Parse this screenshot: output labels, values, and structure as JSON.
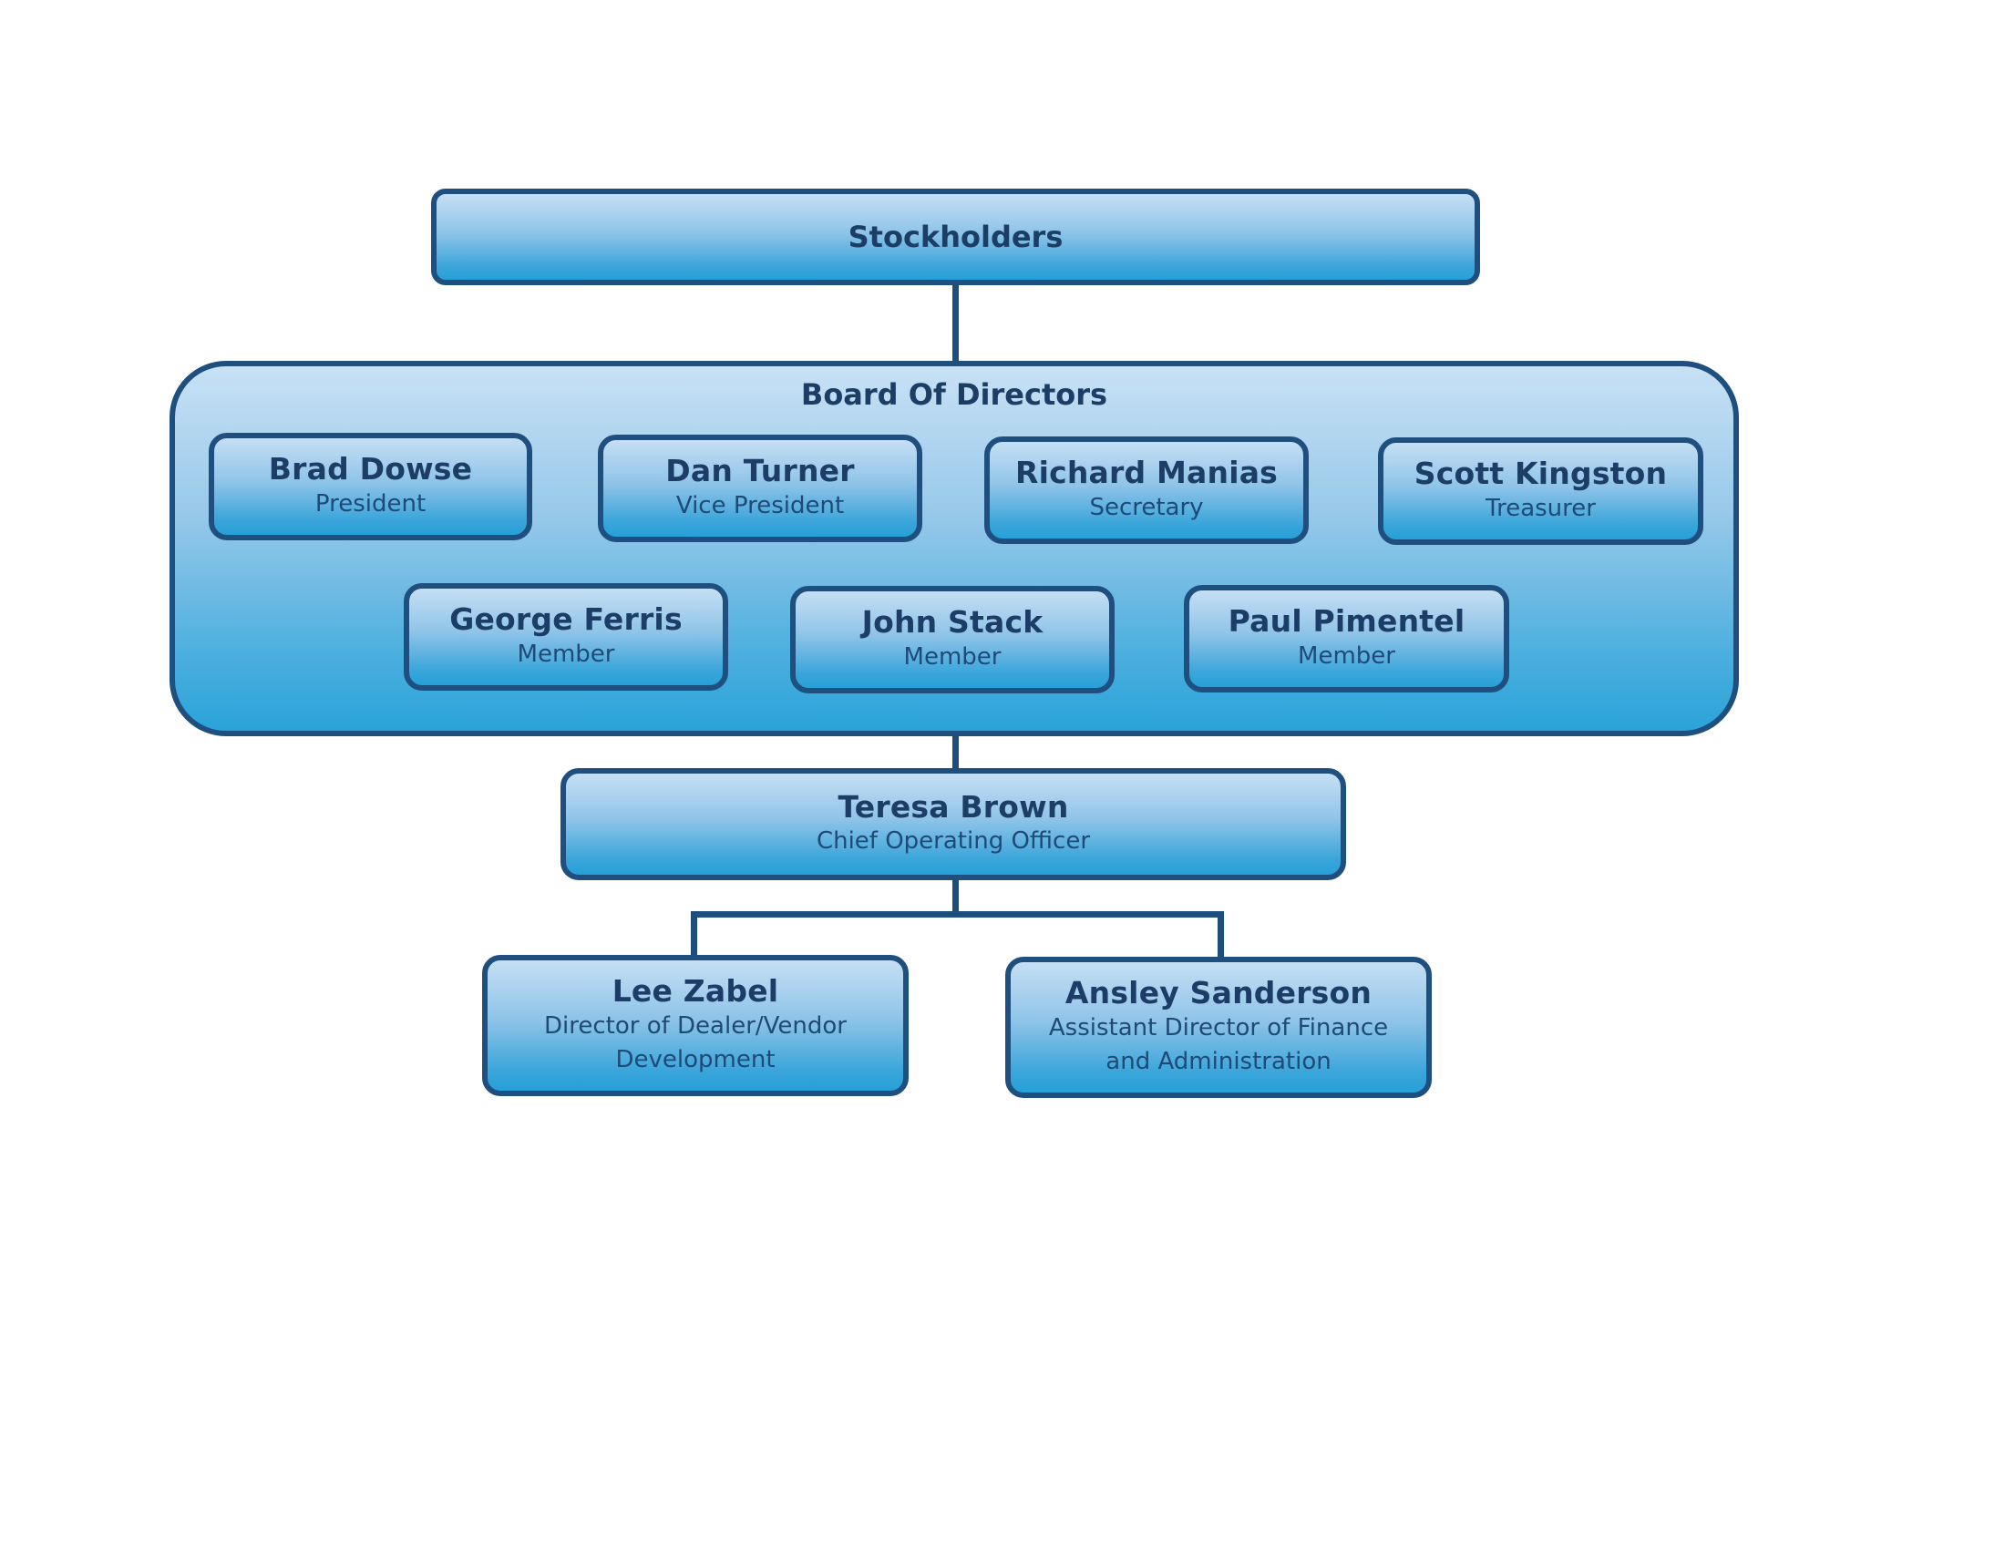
{
  "stockholders": {
    "label": "Stockholders"
  },
  "board": {
    "title": "Board Of Directors",
    "members": [
      {
        "name": "Brad Dowse",
        "role": "President"
      },
      {
        "name": "Dan Turner",
        "role": "Vice President"
      },
      {
        "name": "Richard Manias",
        "role": "Secretary"
      },
      {
        "name": "Scott Kingston",
        "role": "Treasurer"
      },
      {
        "name": "George Ferris",
        "role": "Member"
      },
      {
        "name": "John Stack",
        "role": "Member"
      },
      {
        "name": "Paul Pimentel",
        "role": "Member"
      }
    ]
  },
  "coo": {
    "name": "Teresa Brown",
    "role": "Chief Operating Officer"
  },
  "reports": [
    {
      "name": "Lee Zabel",
      "role": "Director of Dealer/Vendor Development"
    },
    {
      "name": "Ansley Sanderson",
      "role": "Assistant Director of Finance and Administration"
    }
  ]
}
